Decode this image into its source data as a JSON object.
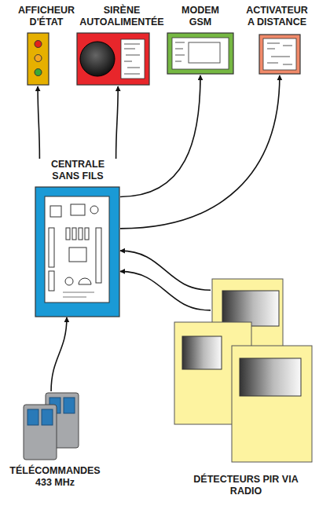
{
  "diagram": {
    "nodes": [
      {
        "text": [
          "AFFICHEUR D'ÉTAT"
        ]
      },
      {
        "text": [
          "SIRÈNE AUTOALIMENTÉE"
        ]
      },
      {
        "text": [
          "MODEM GSM"
        ]
      },
      {
        "text": [
          "ACTIVATEUR A DISTANCE"
        ]
      },
      {
        "text": [
          "CENTRALE SANS FILS"
        ]
      },
      {
        "text": [
          "TÉLÉCOMMANDES 433 MHz"
        ]
      },
      {
        "text": [
          "DÉTECTEURS PIR VIA RADIO"
        ]
      }
    ],
    "edges": [
      {
        "from": 4,
        "to": 0,
        "arrow": "to"
      },
      {
        "from": 4,
        "to": 1,
        "arrow": "to"
      },
      {
        "from": 4,
        "to": 2,
        "arrow": "to"
      },
      {
        "from": 4,
        "to": 3,
        "arrow": "to"
      },
      {
        "from": 5,
        "to": 4,
        "arrow": "to"
      },
      {
        "from": 6,
        "to": 4,
        "arrow": "to"
      },
      {
        "from": 6,
        "to": 4,
        "arrow": "to"
      }
    ]
  }
}
